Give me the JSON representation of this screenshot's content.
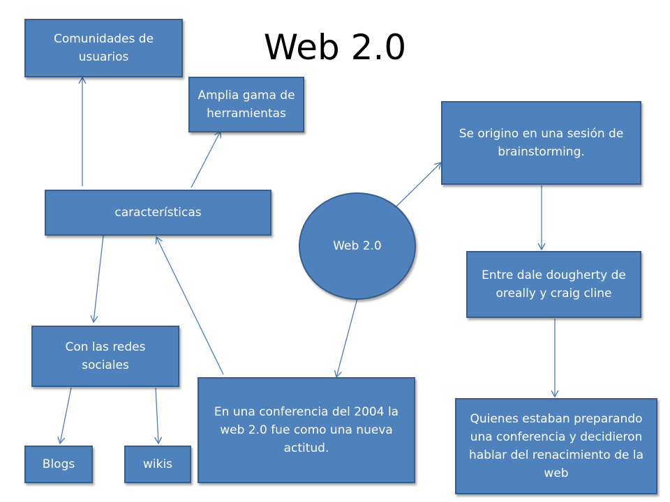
{
  "title": "Web 2.0",
  "nodes": {
    "center": "Web 2.0",
    "caracteristicas": "características",
    "comunidades": "Comunidades de usuarios",
    "amplia": "Amplia gama de herramientas",
    "redes": "Con las redes sociales",
    "blogs": "Blogs",
    "wikis": "wikis",
    "conferencia": "En una conferencia del 2004 la web 2.0 fue como una nueva actitud.",
    "brainstorming": "Se origino en una sesión de brainstorming.",
    "dougherty": "Entre dale dougherty de oreally  y craig cline",
    "quienes": "Quienes estaban preparando una conferencia  y decidieron hablar del renacimiento de la web"
  },
  "colors": {
    "box_fill": "#4f81bd",
    "box_border": "#385d8a",
    "arrow": "#4a7ebb",
    "text": "#ffffff"
  }
}
